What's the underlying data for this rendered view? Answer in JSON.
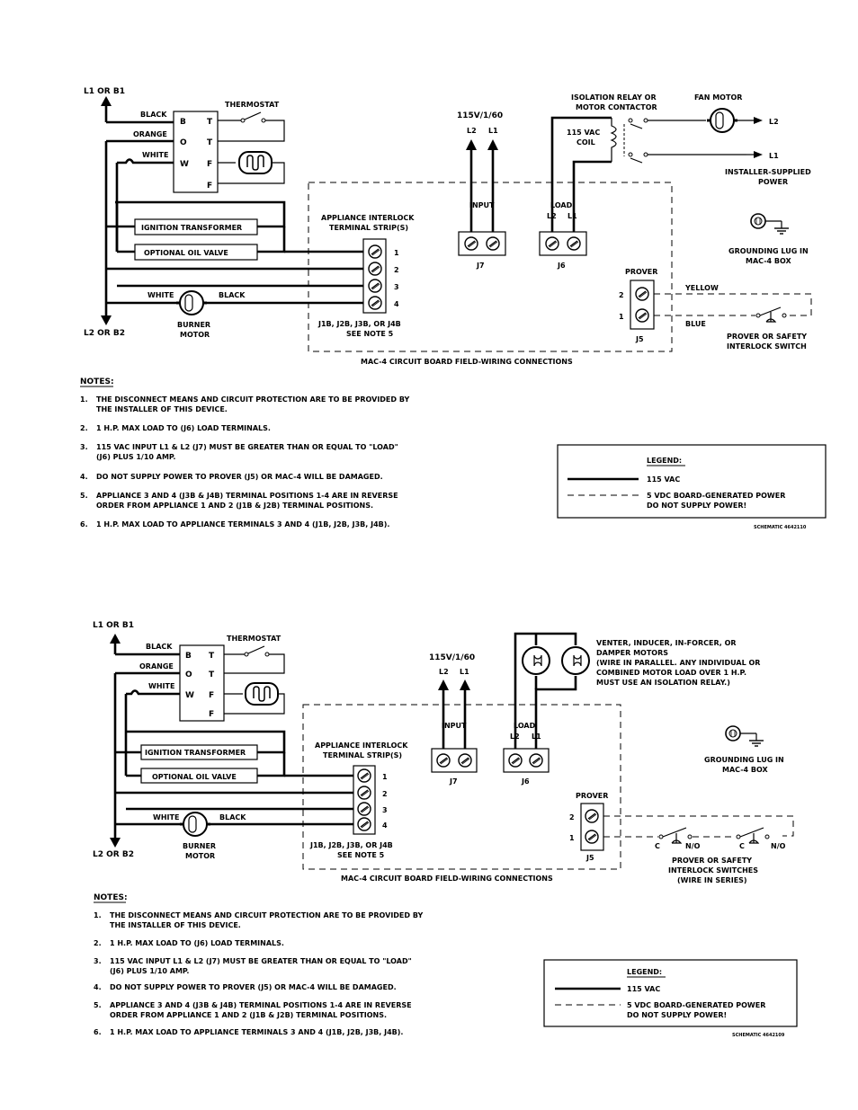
{
  "d1": {
    "l1_b1": "L1 OR B1",
    "l2_b2": "L2 OR B2",
    "black": "BLACK",
    "orange": "ORANGE",
    "white": "WHITE",
    "thermostat": "THERMOSTAT",
    "term_b": "B",
    "term_o": "O",
    "term_w": "W",
    "term_t1": "T",
    "term_t2": "T",
    "term_f1": "F",
    "term_f2": "F",
    "ignition": "IGNITION TRANSFORMER",
    "oil_valve": "OPTIONAL OIL VALVE",
    "burner_white": "WHITE",
    "burner_black": "BLACK",
    "burner_motor_1": "BURNER",
    "burner_motor_2": "MOTOR",
    "interlock_1": "APPLIANCE INTERLOCK",
    "interlock_2": "TERMINAL STRIP(S)",
    "pos": [
      "1",
      "2",
      "3",
      "4"
    ],
    "strip_note_1": "J1B, J2B, J3B, OR J4B",
    "strip_note_2": "SEE NOTE 5",
    "supply": "115V/1/60",
    "l2": "L2",
    "l1": "L1",
    "input": "INPUT",
    "load": "LOAD",
    "j7": "J7",
    "j6": "J6",
    "j5": "J5",
    "iso_1": "ISOLATION RELAY OR",
    "iso_2": "MOTOR CONTACTOR",
    "coil_1": "115 VAC",
    "coil_2": "COIL",
    "fan_motor": "FAN MOTOR",
    "out_l2": "L2",
    "out_l1": "L1",
    "installer_1": "INSTALLER-SUPPLIED",
    "installer_2": "POWER",
    "ground_1": "GROUNDING LUG IN",
    "ground_2": "MAC-4 BOX",
    "prover": "PROVER",
    "p2": "2",
    "p1": "1",
    "yellow": "YELLOW",
    "blue": "BLUE",
    "switch_1": "PROVER OR SAFETY",
    "switch_2": "INTERLOCK SWITCH",
    "board": "MAC-4 CIRCUIT BOARD FIELD-WIRING CONNECTIONS",
    "notes_title": "NOTES:",
    "notes": [
      {
        "n": "1.",
        "a": "THE DISCONNECT MEANS AND CIRCUIT PROTECTION ARE TO BE PROVIDED BY",
        "b": "THE INSTALLER OF THIS DEVICE."
      },
      {
        "n": "2.",
        "a": "1 H.P. MAX LOAD TO (J6) LOAD TERMINALS.",
        "b": ""
      },
      {
        "n": "3.",
        "a": "115 VAC INPUT L1 & L2 (J7) MUST BE GREATER THAN OR EQUAL TO \"LOAD\"",
        "b": "(J6) PLUS 1/10 AMP."
      },
      {
        "n": "4.",
        "a": "DO NOT SUPPLY POWER TO PROVER (J5) OR MAC-4 WILL BE DAMAGED.",
        "b": ""
      },
      {
        "n": "5.",
        "a": "APPLIANCE 3 AND 4 (J3B & J4B) TERMINAL POSITIONS 1-4 ARE IN REVERSE",
        "b": "ORDER FROM APPLIANCE 1 AND 2 (J1B & J2B) TERMINAL POSITIONS."
      },
      {
        "n": "6.",
        "a": "1 H.P. MAX LOAD TO APPLIANCE TERMINALS 3 AND 4 (J1B, J2B, J3B, J4B).",
        "b": ""
      }
    ],
    "legend_title": "LEGEND:",
    "legend_solid": "115 VAC",
    "legend_dash_1": "5 VDC BOARD-GENERATED POWER",
    "legend_dash_2": "DO NOT SUPPLY POWER!",
    "schematic": "SCHEMATIC 4642110"
  },
  "d2": {
    "l1_b1": "L1 OR B1",
    "l2_b2": "L2 OR B2",
    "black": "BLACK",
    "orange": "ORANGE",
    "white": "WHITE",
    "thermostat": "THERMOSTAT",
    "term_b": "B",
    "term_o": "O",
    "term_w": "W",
    "term_t1": "T",
    "term_t2": "T",
    "term_f1": "F",
    "term_f2": "F",
    "ignition": "IGNITION TRANSFORMER",
    "oil_valve": "OPTIONAL OIL VALVE",
    "burner_white": "WHITE",
    "burner_black": "BLACK",
    "burner_motor_1": "BURNER",
    "burner_motor_2": "MOTOR",
    "interlock_1": "APPLIANCE INTERLOCK",
    "interlock_2": "TERMINAL STRIP(S)",
    "pos": [
      "1",
      "2",
      "3",
      "4"
    ],
    "strip_note_1": "J1B, J2B, J3B, OR J4B",
    "strip_note_2": "SEE NOTE 5",
    "supply": "115V/1/60",
    "l2": "L2",
    "l1": "L1",
    "input": "INPUT",
    "load": "LOAD",
    "j7": "J7",
    "j6": "J6",
    "j5": "J5",
    "venter_1": "VENTER, INDUCER, IN-FORCER, OR",
    "venter_2": "DAMPER MOTORS",
    "venter_3": "(WIRE IN PARALLEL.  ANY INDIVIDUAL OR",
    "venter_4": "COMBINED MOTOR LOAD OVER 1 H.P.",
    "venter_5": "MUST USE AN ISOLATION RELAY.)",
    "ground_1": "GROUNDING LUG IN",
    "ground_2": "MAC-4 BOX",
    "prover": "PROVER",
    "p2": "2",
    "p1": "1",
    "c": "C",
    "no": "N/O",
    "switch_1": "PROVER OR SAFETY",
    "switch_2": "INTERLOCK SWITCHES",
    "switch_3": "(WIRE IN SERIES)",
    "board": "MAC-4 CIRCUIT BOARD FIELD-WIRING CONNECTIONS",
    "notes_title": "NOTES:",
    "notes": [
      {
        "n": "1.",
        "a": "THE DISCONNECT MEANS AND CIRCUIT PROTECTION ARE TO BE PROVIDED BY",
        "b": "THE INSTALLER OF THIS DEVICE."
      },
      {
        "n": "2.",
        "a": "1 H.P. MAX LOAD TO (J6) LOAD TERMINALS.",
        "b": ""
      },
      {
        "n": "3.",
        "a": "115 VAC INPUT L1 & L2 (J7) MUST BE GREATER THAN OR EQUAL TO \"LOAD\"",
        "b": "(J6) PLUS 1/10 AMP."
      },
      {
        "n": "4.",
        "a": "DO NOT SUPPLY POWER TO PROVER (J5) OR MAC-4 WILL BE DAMAGED.",
        "b": ""
      },
      {
        "n": "5.",
        "a": "APPLIANCE 3 AND 4 (J3B & J4B) TERMINAL POSITIONS 1-4 ARE IN REVERSE",
        "b": "ORDER FROM APPLIANCE 1 AND 2 (J1B & J2B) TERMINAL POSITIONS."
      },
      {
        "n": "6.",
        "a": "1 H.P. MAX LOAD TO APPLIANCE TERMINALS 3 AND 4 (J1B, J2B, J3B, J4B).",
        "b": ""
      }
    ],
    "legend_title": "LEGEND:",
    "legend_solid": "115 VAC",
    "legend_dash_1": "5 VDC BOARD-GENERATED POWER",
    "legend_dash_2": "DO NOT SUPPLY POWER!",
    "schematic": "SCHEMATIC 4642109"
  }
}
